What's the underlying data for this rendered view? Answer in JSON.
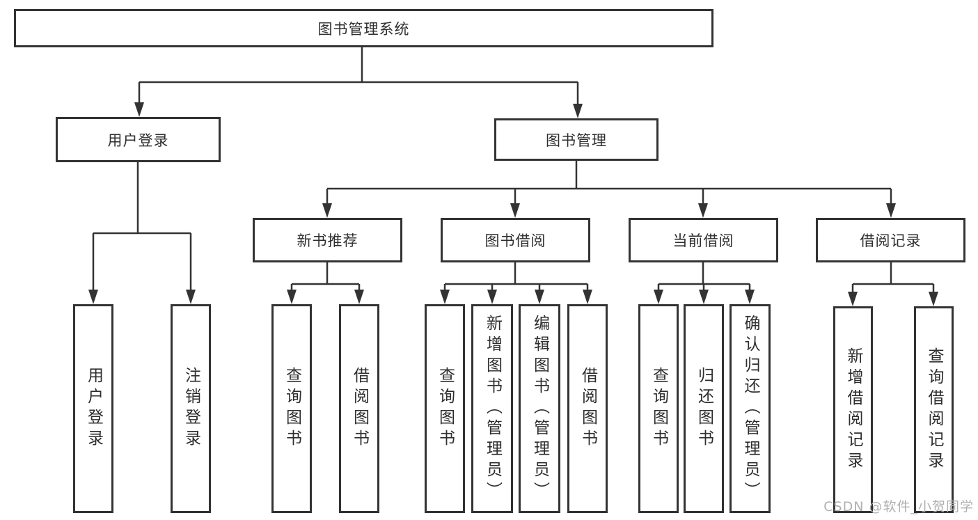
{
  "watermark": {
    "text": "CSDN @软件_小贺同学"
  },
  "colors": {
    "line": "#333333",
    "box_border": "#333333",
    "text": "#2e2e2e",
    "watermark": "#b0b0b0",
    "background": "#ffffff"
  },
  "tree": {
    "root": {
      "label": "图书管理系统"
    },
    "branches": [
      {
        "label": "用户登录",
        "children": [
          {
            "label": "用户登录"
          },
          {
            "label": "注销登录"
          }
        ]
      },
      {
        "label": "图书管理",
        "children": [
          {
            "label": "新书推荐",
            "children": [
              {
                "label": "查询图书"
              },
              {
                "label": "借阅图书"
              }
            ]
          },
          {
            "label": "图书借阅",
            "children": [
              {
                "label": "查询图书"
              },
              {
                "label": "新增图书（管理员）"
              },
              {
                "label": "编辑图书（管理员）"
              },
              {
                "label": "借阅图书"
              }
            ]
          },
          {
            "label": "当前借阅",
            "children": [
              {
                "label": "查询图书"
              },
              {
                "label": "归还图书"
              },
              {
                "label": "确认归还（管理员）"
              }
            ]
          },
          {
            "label": "借阅记录",
            "children": [
              {
                "label": "新增借阅记录"
              },
              {
                "label": "查询借阅记录"
              }
            ]
          }
        ]
      }
    ]
  }
}
